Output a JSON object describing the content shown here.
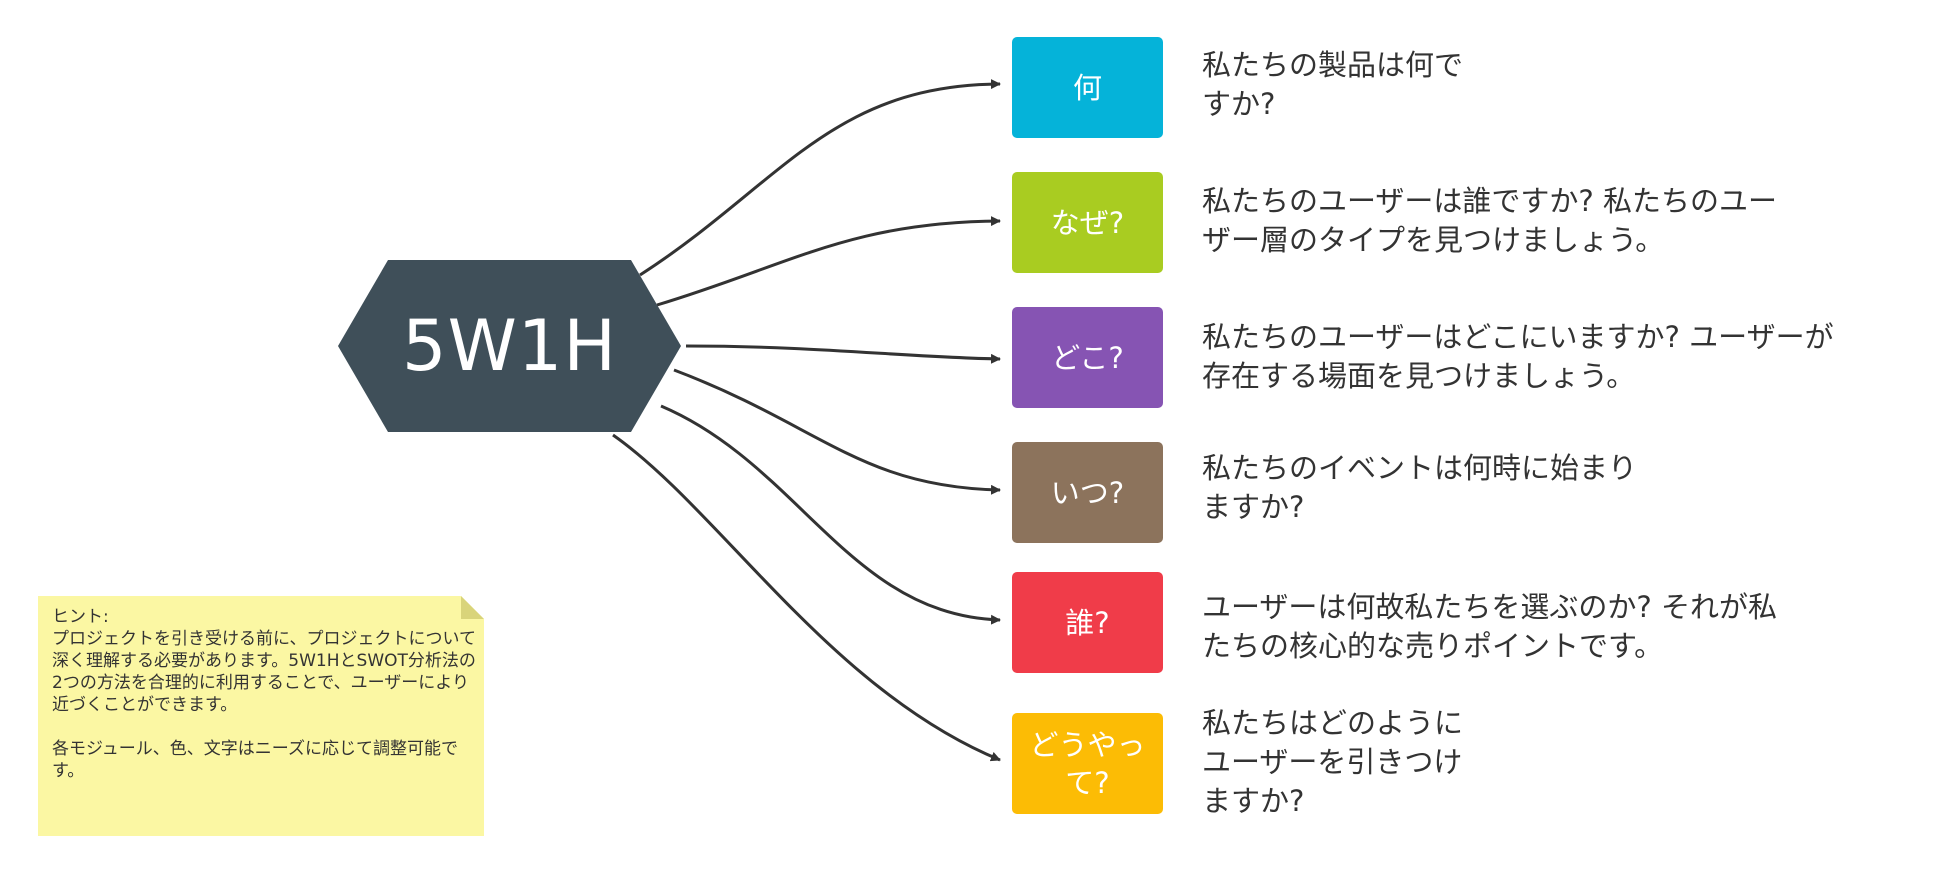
{
  "hub": {
    "label": "5W1H",
    "color": "#3f4f59"
  },
  "connector_color": "#333333",
  "questions": [
    {
      "key": "what",
      "label": "何",
      "color": "#05b3d9",
      "text": "私たちの製品は何で\nすか?"
    },
    {
      "key": "why",
      "label": "なぜ?",
      "color": "#a9cc21",
      "text": "私たちのユーザーは誰ですか? 私たちのユー\nザー層のタイプを見つけましょう。"
    },
    {
      "key": "where",
      "label": "どこ?",
      "color": "#8654b3",
      "text": "私たちのユーザーはどこにいますか? ユーザーが\n存在する場面を見つけましょう。"
    },
    {
      "key": "when",
      "label": "いつ?",
      "color": "#8c735c",
      "text": "私たちのイベントは何時に始まり\nますか?"
    },
    {
      "key": "who",
      "label": "誰?",
      "color": "#f03c49",
      "text": "ユーザーは何故私たちを選ぶのか? それが私\nたちの核心的な売りポイントです。"
    },
    {
      "key": "how",
      "label": "どうやって?",
      "color": "#fcbc05",
      "text": "私たちはどのように\nユーザーを引きつけ\nますか?"
    }
  ],
  "note": {
    "color": "#fbf7a3",
    "text": "ヒント:\nプロジェクトを引き受ける前に、プロジェクトについて深く理解する必要があります。5W1HとSWOT分析法の2つの方法を合理的に利用することで、ユーザーにより近づくことができます。\n\n各モジュール、色、文字はニーズに応じて調整可能です。"
  }
}
